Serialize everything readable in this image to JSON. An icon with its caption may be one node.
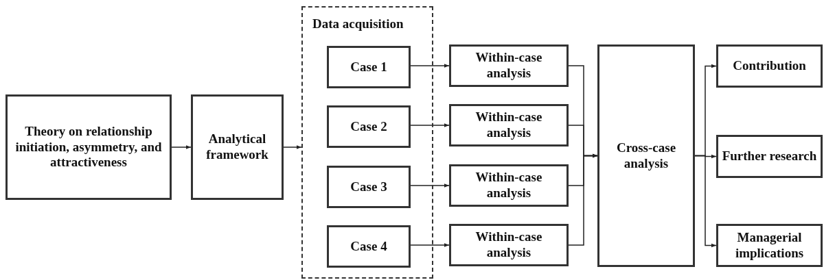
{
  "diagram": {
    "nodes": [
      {
        "text": [
          "Theory on relationship initiation, asymmetry, and attractiveness"
        ]
      },
      {
        "text": [
          "Analytical framework"
        ]
      },
      {
        "text": [
          "Data acquisition"
        ]
      },
      {
        "text": [
          "Case 1"
        ],
        "in": 2
      },
      {
        "text": [
          "Case 2"
        ],
        "in": 2
      },
      {
        "text": [
          "Case 3"
        ],
        "in": 2
      },
      {
        "text": [
          "Case 4"
        ],
        "in": 2
      },
      {
        "text": [
          "Within-case analysis"
        ]
      },
      {
        "text": [
          "Within-case analysis"
        ]
      },
      {
        "text": [
          "Within-case analysis"
        ]
      },
      {
        "text": [
          "Within-case analysis"
        ]
      },
      {
        "text": [
          "Cross-case analysis"
        ]
      },
      {
        "text": [
          "Contribution"
        ]
      },
      {
        "text": [
          "Further research"
        ]
      },
      {
        "text": [
          "Managerial implications"
        ]
      }
    ],
    "edges": [
      {
        "from": 0,
        "to": 1,
        "arrow": "to"
      },
      {
        "from": 1,
        "to": 2,
        "arrow": "to"
      },
      {
        "from": 3,
        "to": 7,
        "arrow": "to"
      },
      {
        "from": 4,
        "to": 8,
        "arrow": "to"
      },
      {
        "from": 5,
        "to": 9,
        "arrow": "to"
      },
      {
        "from": 6,
        "to": 10,
        "arrow": "to"
      },
      {
        "from": 7,
        "to": 11,
        "arrow": "to"
      },
      {
        "from": 8,
        "to": 11,
        "arrow": "to"
      },
      {
        "from": 9,
        "to": 11,
        "arrow": "to"
      },
      {
        "from": 10,
        "to": 11,
        "arrow": "to"
      },
      {
        "from": 11,
        "to": 12,
        "arrow": "to"
      },
      {
        "from": 11,
        "to": 13,
        "arrow": "to"
      },
      {
        "from": 11,
        "to": 14,
        "arrow": "to"
      }
    ]
  }
}
